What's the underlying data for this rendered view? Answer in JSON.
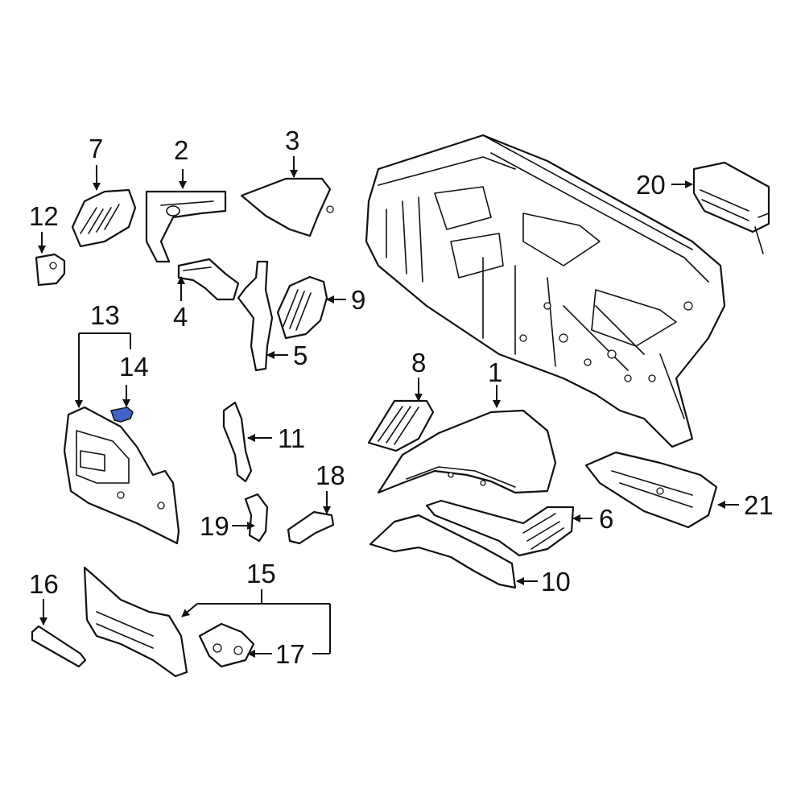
{
  "callouts": {
    "c1": "1",
    "c2": "2",
    "c3": "3",
    "c4": "4",
    "c5": "5",
    "c6": "6",
    "c7": "7",
    "c8": "8",
    "c9": "9",
    "c10": "10",
    "c11": "11",
    "c12": "12",
    "c13": "13",
    "c14": "14",
    "c15": "15",
    "c16": "16",
    "c17": "17",
    "c18": "18",
    "c19": "19",
    "c20": "20",
    "c21": "21"
  },
  "highlight_color": "#3f63c9",
  "highlighted_part": "14"
}
